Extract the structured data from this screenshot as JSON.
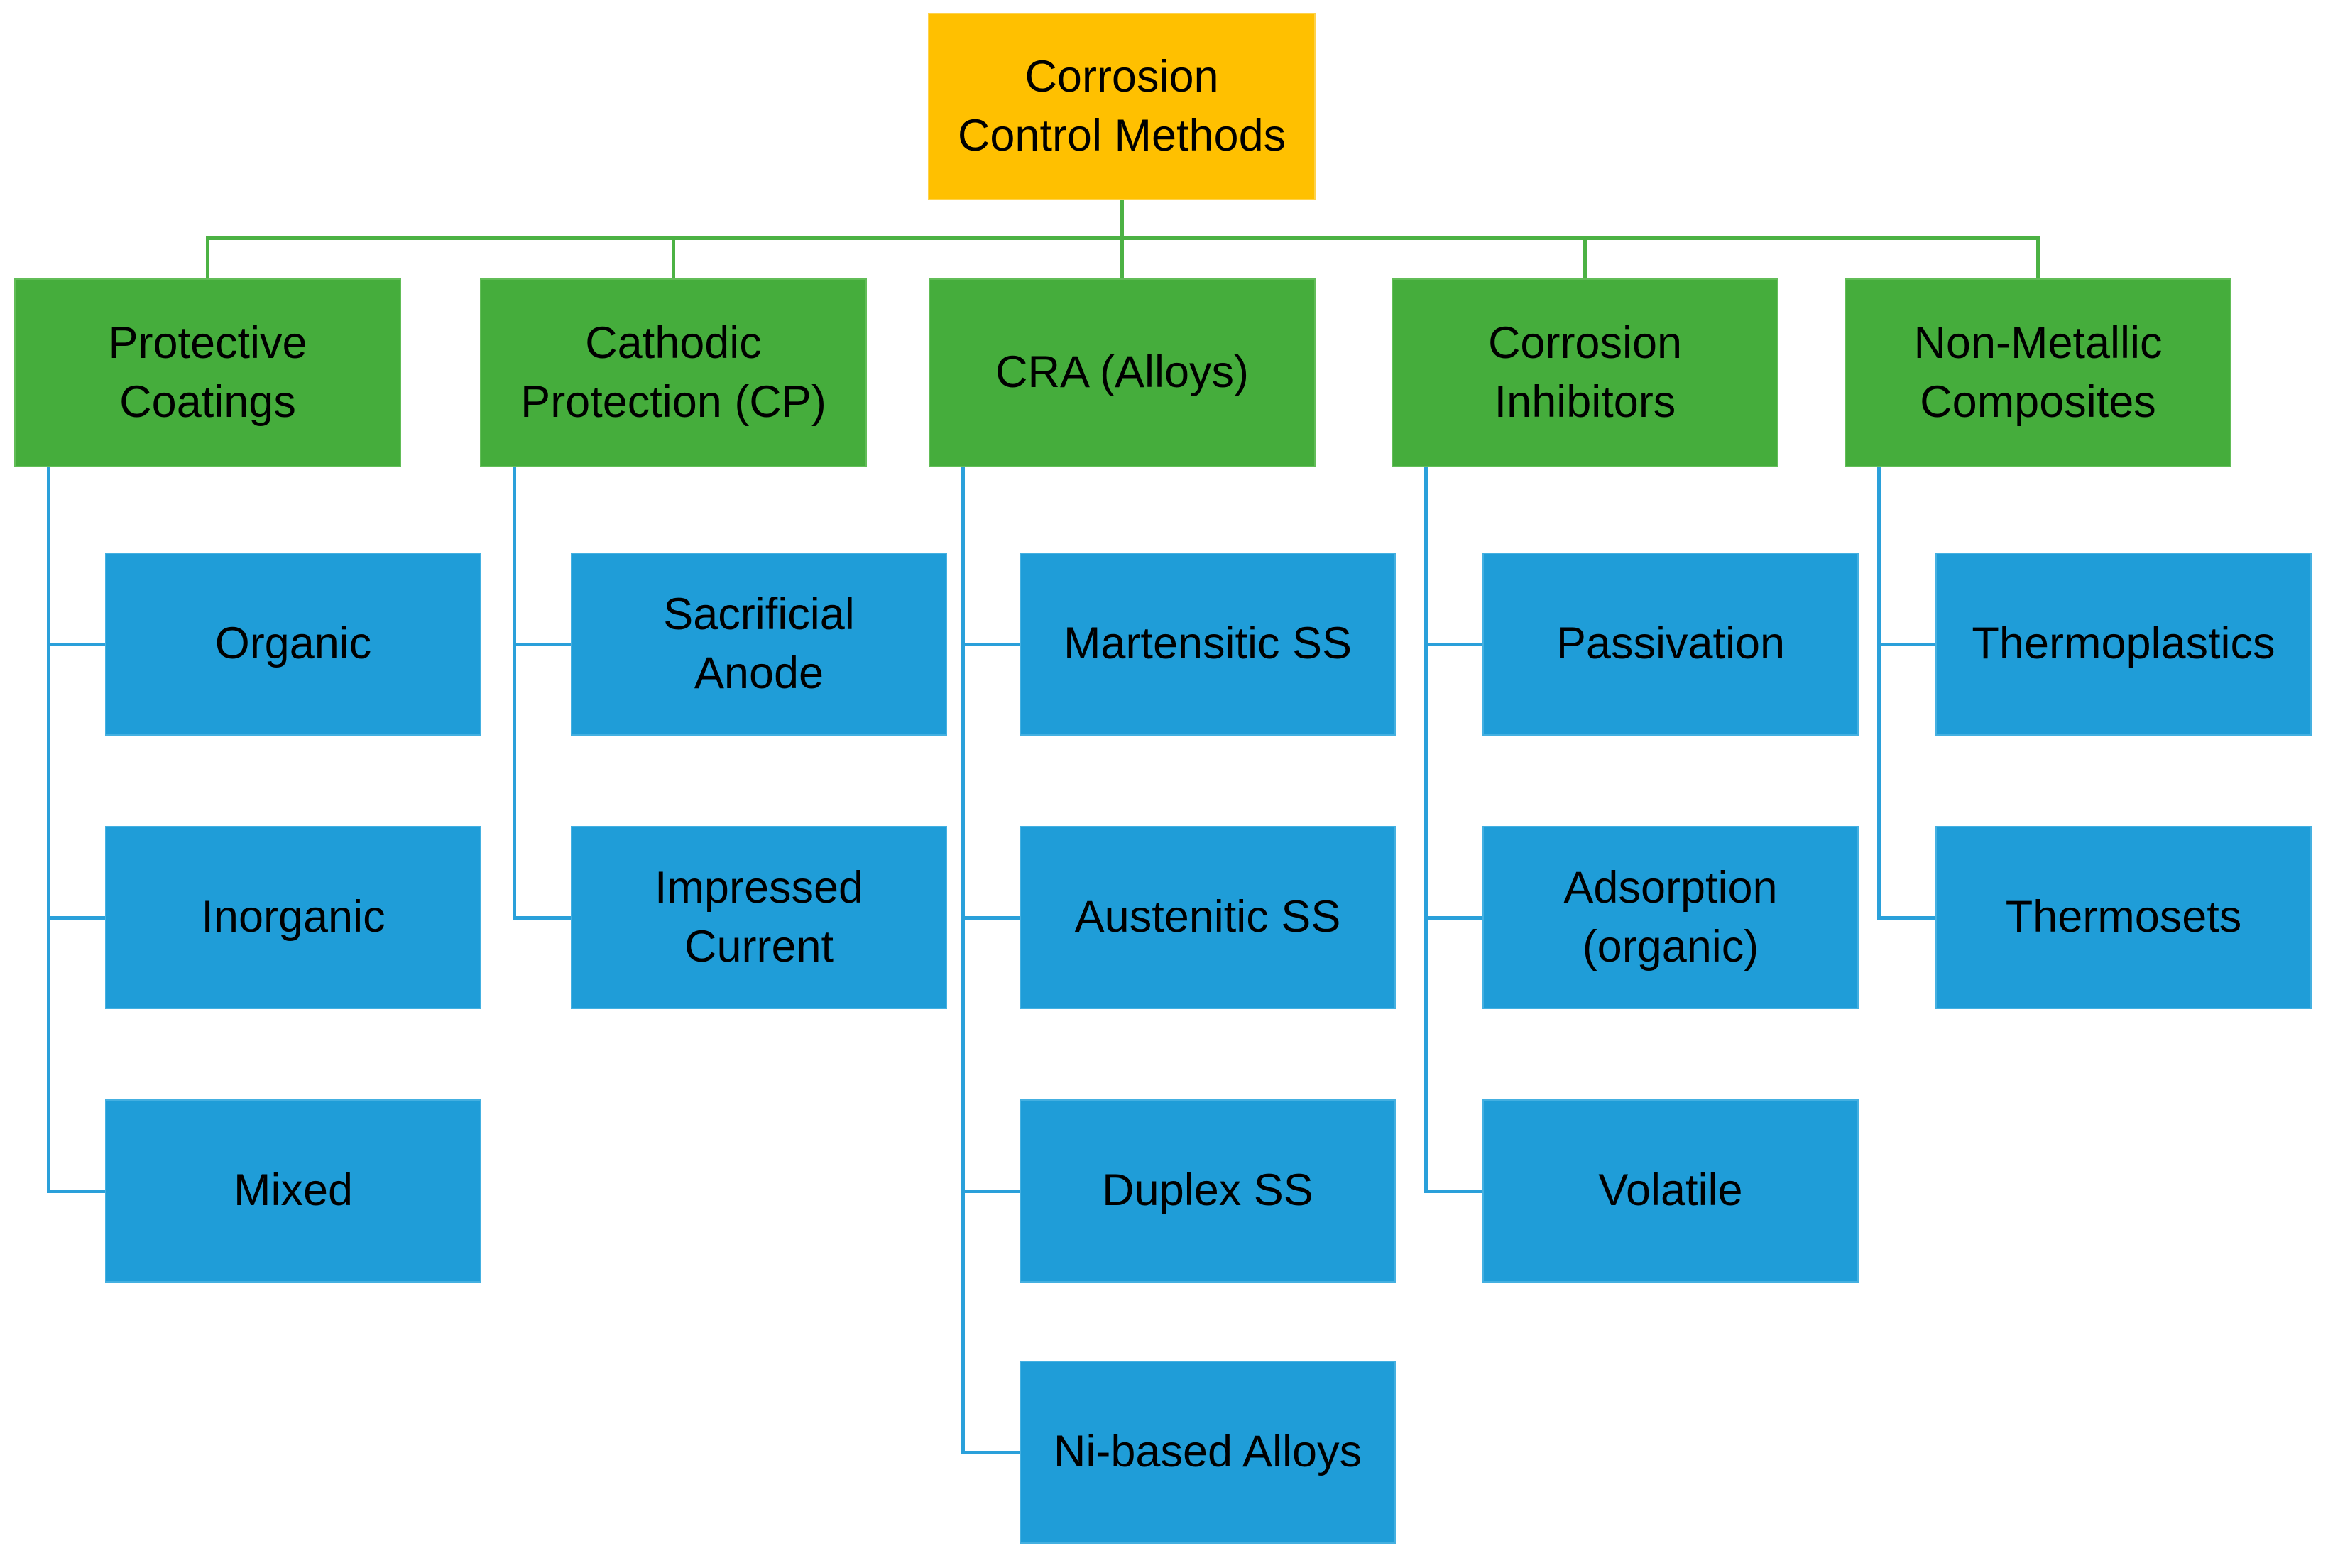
{
  "colors": {
    "root_fill": "#FFC000",
    "branch_fill": "#45AD3C",
    "leaf_fill": "#1F9DD8",
    "branch_connector_line": "#4CB244",
    "leaf_connector_line": "#2AA0DA",
    "text": "#000000",
    "background": "#FFFFFF"
  },
  "tree": {
    "root": {
      "label": "Corrosion\nControl Methods"
    },
    "branches": [
      {
        "label": "Protective\nCoatings",
        "children": [
          {
            "label": "Organic"
          },
          {
            "label": "Inorganic"
          },
          {
            "label": "Mixed"
          }
        ]
      },
      {
        "label": "Cathodic\nProtection (CP)",
        "children": [
          {
            "label": "Sacrificial\nAnode"
          },
          {
            "label": "Impressed\nCurrent"
          }
        ]
      },
      {
        "label": "CRA (Alloys)",
        "children": [
          {
            "label": "Martensitic SS"
          },
          {
            "label": "Austenitic SS"
          },
          {
            "label": "Duplex SS"
          },
          {
            "label": "Ni-based Alloys"
          }
        ]
      },
      {
        "label": "Corrosion\nInhibitors",
        "children": [
          {
            "label": "Passivation"
          },
          {
            "label": "Adsorption\n(organic)"
          },
          {
            "label": "Volatile"
          }
        ]
      },
      {
        "label": "Non-Metallic\nComposites",
        "children": [
          {
            "label": "Thermoplastics"
          },
          {
            "label": "Thermosets"
          }
        ]
      }
    ]
  }
}
